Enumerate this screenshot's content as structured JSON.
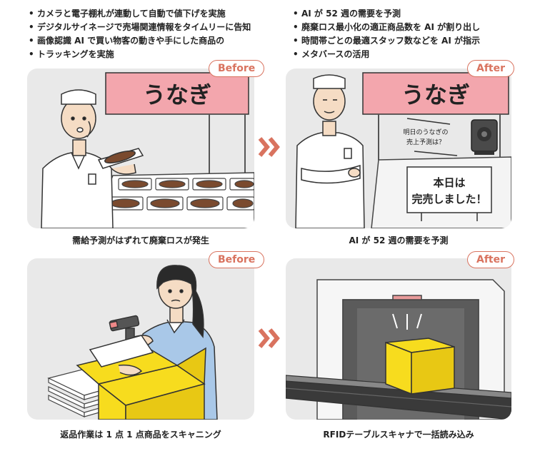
{
  "left_bullets": [
    "カメラと電子棚札が連動して自動で値下げを実施",
    "デジタルサイネージで売場関連情報をタイムリーに告知",
    "画像認識 AI で買い物客の動きや手にした商品の",
    "トラッキングを実施"
  ],
  "right_bullets": [
    "AI が 52 週の需要を予測",
    "廃棄ロス最小化の適正商品数を AI が割り出し",
    "時間帯ごとの最適スタッフ数などを AI が指示",
    "メタバースの活用"
  ],
  "panels": [
    {
      "tag": "Before",
      "caption": "需給予測がはずれて廃棄ロスが発生",
      "sign": "うなぎ"
    },
    {
      "tag": "After",
      "caption": "AI が 52 週の需要を予測",
      "sign": "うなぎ",
      "question_line1": "明日のうなぎの",
      "question_line2": "売上予測は？",
      "board_line1": "本日は",
      "board_line2": "完売しました！"
    },
    {
      "tag": "Before",
      "caption": "返品作業は 1 点 1 点商品をスキャニング"
    },
    {
      "tag": "After",
      "caption": "RFIDテーブルスキャナで一括読み込み"
    }
  ],
  "colors": {
    "accent": "#d9735f",
    "sign_pink": "#f3a6ad",
    "box_yellow": "#f7dc1e",
    "panel_bg": "#e9e9e9",
    "shirt_blue": "#a9c8e8"
  },
  "icons": [
    "double-chevron-right-icon",
    "double-chevron-right-icon"
  ]
}
